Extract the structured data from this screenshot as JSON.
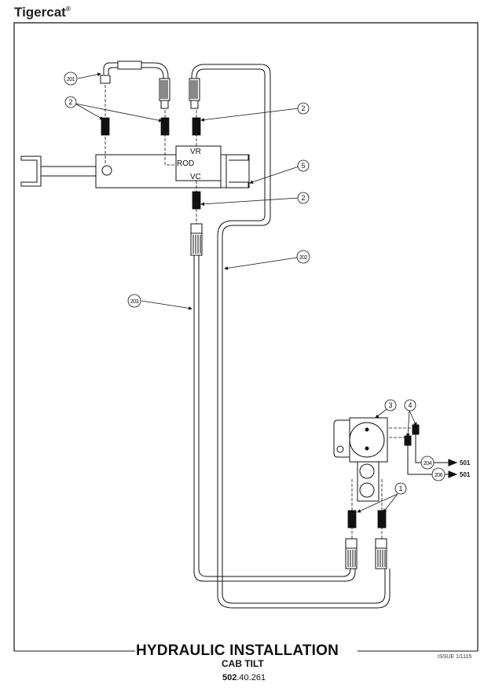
{
  "header": {
    "brand": "Tigercat",
    "brand_mark": "®"
  },
  "diagram": {
    "cylinder_labels": {
      "vr": "VR",
      "rod": "ROD",
      "vc": "VC"
    },
    "callouts": [
      {
        "id": "201",
        "label": "201"
      },
      {
        "id": "2a",
        "label": "2"
      },
      {
        "id": "2b",
        "label": "2"
      },
      {
        "id": "5",
        "label": "5"
      },
      {
        "id": "2c",
        "label": "2"
      },
      {
        "id": "202",
        "label": "202"
      },
      {
        "id": "203",
        "label": "203"
      },
      {
        "id": "3",
        "label": "3"
      },
      {
        "id": "4",
        "label": "4"
      },
      {
        "id": "204",
        "label": "204"
      },
      {
        "id": "206",
        "label": "206"
      },
      {
        "id": "1",
        "label": "1"
      }
    ],
    "outputs": [
      {
        "hose": "204",
        "to": "501"
      },
      {
        "hose": "206",
        "to": "501"
      }
    ]
  },
  "footer": {
    "title": "HYDRAULIC INSTALLATION",
    "subtitle": "CAB TILT",
    "code_bold": "502",
    "code_rest": ".40.261",
    "issue": "ISSUE 1/1115"
  }
}
